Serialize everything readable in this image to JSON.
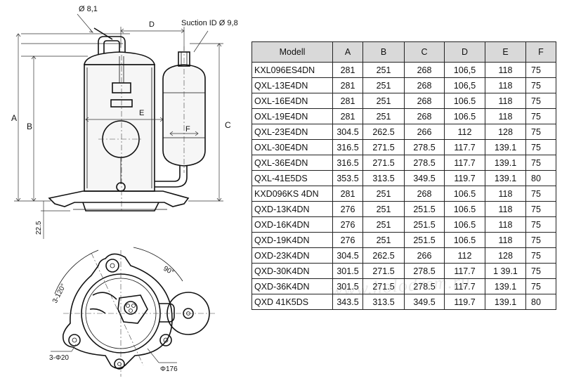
{
  "drawing": {
    "label_d81": "Ø 8,1",
    "label_suction": "Suction ID Ø 9,8",
    "label_a": "A",
    "label_b": "B",
    "label_c": "C",
    "label_d": "D",
    "label_e": "E",
    "label_f": "F",
    "label_225": "22.5",
    "label_120": "3-120°",
    "label_90": "90°",
    "label_3phi20": "3-Φ20",
    "label_phi176": "Φ176"
  },
  "table": {
    "headers": [
      "Modell",
      "A",
      "B",
      "C",
      "D",
      "E",
      "F"
    ],
    "rows": [
      [
        "KXL096ES4DN",
        "281",
        "251",
        "268",
        "106,5",
        "118",
        "75"
      ],
      [
        "QXL-13E4DN",
        "281",
        "251",
        "268",
        "106,5",
        "118",
        "75"
      ],
      [
        "OXL-16E4DN",
        "281",
        "251",
        "268",
        "106.5",
        "118",
        "75"
      ],
      [
        "OXL-19E4DN",
        "281",
        "251",
        "268",
        "106.5",
        "118",
        "75"
      ],
      [
        "QXL-23E4DN",
        "304.5",
        "262.5",
        "266",
        "112",
        "128",
        "75"
      ],
      [
        "OXL-30E4DN",
        "316.5",
        "271.5",
        "278.5",
        "117.7",
        "139.1",
        "75"
      ],
      [
        "QXL-36E4DN",
        "316.5",
        "271.5",
        "278.5",
        "117.7",
        "139.1",
        "75"
      ],
      [
        "QXL-41E5DS",
        "353.5",
        "313.5",
        "349.5",
        "119.7",
        "139.1",
        "80"
      ],
      [
        "KXD096KS 4DN",
        "281",
        "251",
        "268",
        "106.5",
        "118",
        "75"
      ],
      [
        "QXD-13K4DN",
        "276",
        "251",
        "251.5",
        "106.5",
        "118",
        "75"
      ],
      [
        "OXD-16K4DN",
        "276",
        "251",
        "251.5",
        "106.5",
        "118",
        "75"
      ],
      [
        "QXD-19K4DN",
        "276",
        "251",
        "251.5",
        "106.5",
        "118",
        "75"
      ],
      [
        "OXD-23K4DN",
        "304.5",
        "262.5",
        "266",
        "112",
        "128",
        "75"
      ],
      [
        "QXD-30K4DN",
        "301.5",
        "271.5",
        "278.5",
        "117.7",
        "1 39.1",
        "75"
      ],
      [
        "QXD-36K4DN",
        "301.5",
        "271.5",
        "278.5",
        "117.7",
        "139.1",
        "75"
      ],
      [
        "QXD 41K5DS",
        "343.5",
        "313.5",
        "349.5",
        "119.7",
        "139.1",
        "80"
      ]
    ]
  },
  "watermark": "www.holodrem.ru"
}
